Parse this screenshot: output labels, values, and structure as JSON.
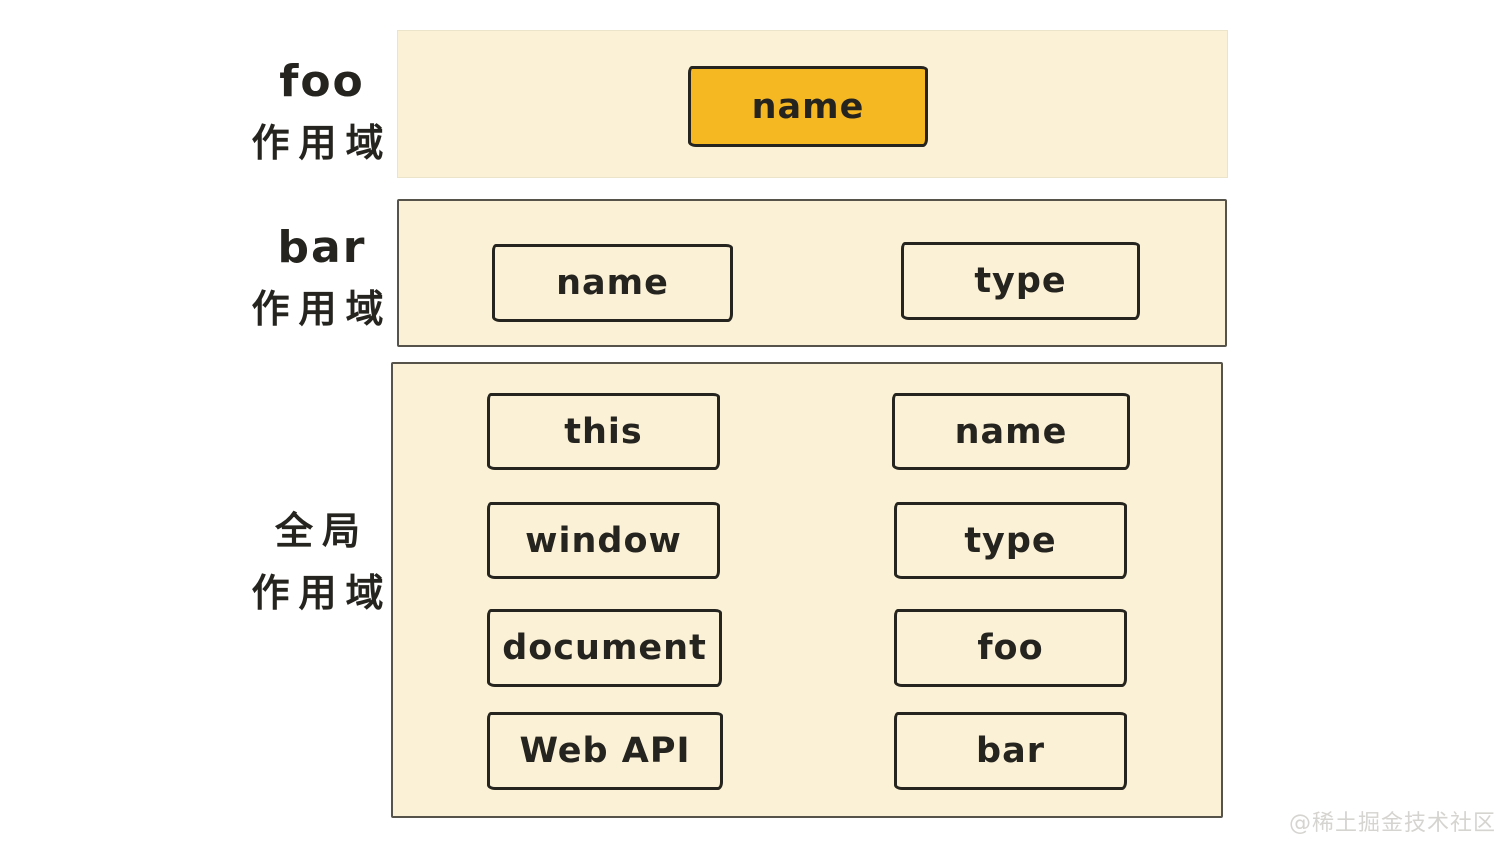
{
  "colors": {
    "panel_background": "#fbf1d6",
    "highlight_background": "#f5b722",
    "box_border": "#26241f",
    "panel_border": "#56534b",
    "text": "#26241f",
    "watermark": "#d6d4d0"
  },
  "scopes": {
    "foo": {
      "label_line1": "foo",
      "label_line2": "作用域",
      "box": "name"
    },
    "bar": {
      "label_line1": "bar",
      "label_line2": "作用域",
      "box1": "name",
      "box2": "type"
    },
    "global": {
      "label_line1": "全局",
      "label_line2": "作用域",
      "left_column": [
        "this",
        "window",
        "document",
        "Web API"
      ],
      "right_column": [
        "name",
        "type",
        "foo",
        "bar"
      ]
    }
  },
  "watermark": {
    "text": "@稀土掘金技术社区"
  }
}
